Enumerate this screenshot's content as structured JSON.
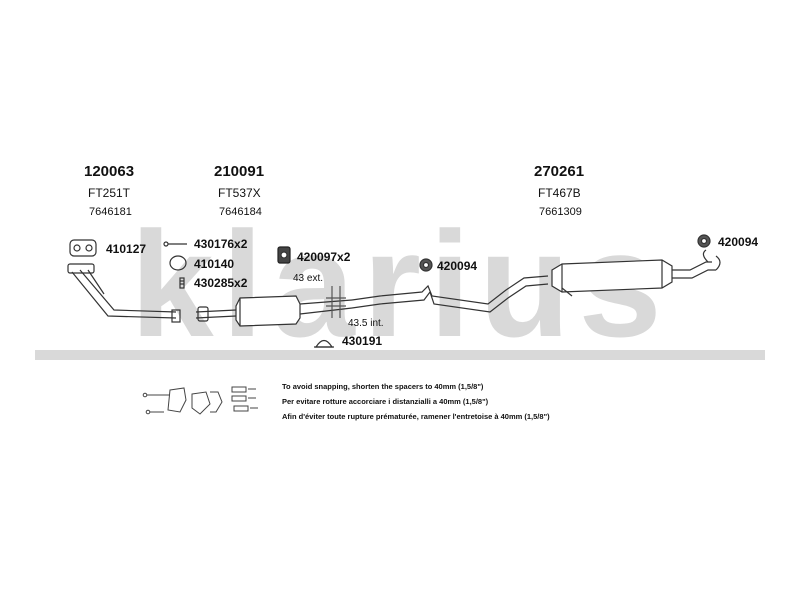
{
  "watermark": "klarius",
  "headers": [
    {
      "code": "120063",
      "ref": "FT251T",
      "num": "7646181"
    },
    {
      "code": "210091",
      "ref": "FT537X",
      "num": "7646184"
    },
    {
      "code": "270261",
      "ref": "FT467B",
      "num": "7661309"
    }
  ],
  "parts": {
    "p410127": "410127",
    "p430176": "430176x2",
    "p410140": "410140",
    "p430285": "430285x2",
    "p420097": "420097x2",
    "p420094a": "420094",
    "p430191": "430191",
    "p420094b": "420094"
  },
  "dims": {
    "ext": "43 ext.",
    "int": "43.5 int."
  },
  "notes": {
    "en": "To avoid snapping, shorten the spacers to 40mm (1,5/8\")",
    "it": "Per evitare rotture accorciare i distanzialli a 40mm (1,5/8\")",
    "fr": "Afin d'éviter toute rupture prématurée, ramener l'entretoise à 40mm (1,5/8\")"
  }
}
